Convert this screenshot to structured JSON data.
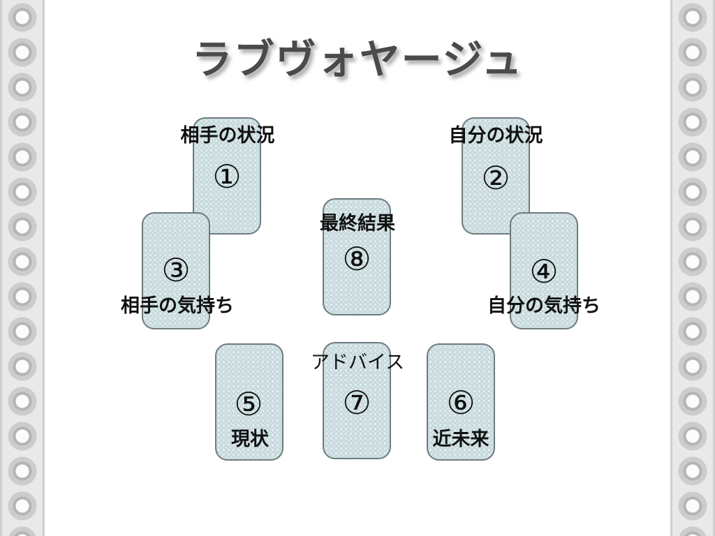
{
  "title": "ラブヴォヤージュ",
  "cards": [
    {
      "number": "①",
      "label": "相手の状況"
    },
    {
      "number": "②",
      "label": "自分の状況"
    },
    {
      "number": "③",
      "label": "相手の気持ち"
    },
    {
      "number": "④",
      "label": "自分の気持ち"
    },
    {
      "number": "⑤",
      "label": "現状"
    },
    {
      "number": "⑥",
      "label": "近未来"
    },
    {
      "number": "⑦",
      "label": "アドバイス"
    },
    {
      "number": "⑧",
      "label": "最終結果"
    }
  ],
  "colors": {
    "card_fill": "#c7dadd",
    "card_border": "#6d7a7e",
    "title_text": "#4a4a4a",
    "border_bg": "#e9e9e9"
  }
}
